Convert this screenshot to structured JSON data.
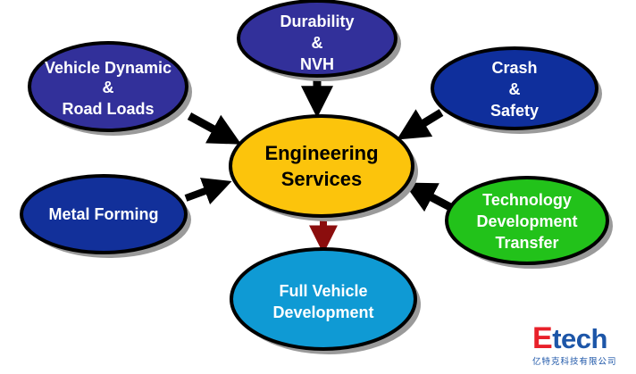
{
  "diagram": {
    "center": {
      "lines": [
        "Engineering",
        "Services"
      ],
      "fill": "#fcc40c",
      "text_color": "#000000"
    },
    "nodes": [
      {
        "id": "vehicle-dynamic",
        "lines": [
          "Vehicle Dynamic",
          "&",
          "Road Loads"
        ],
        "fill": "#32309a",
        "arrow_direction": "to-center"
      },
      {
        "id": "durability",
        "lines": [
          "Durability",
          "&",
          "NVH"
        ],
        "fill": "#32309a",
        "arrow_direction": "to-center"
      },
      {
        "id": "crash-safety",
        "lines": [
          "Crash",
          "&",
          "Safety"
        ],
        "fill": "#0f2f9c",
        "arrow_direction": "to-center"
      },
      {
        "id": "metal-forming",
        "lines": [
          "Metal Forming"
        ],
        "fill": "#12309a",
        "arrow_direction": "to-center"
      },
      {
        "id": "technology-transfer",
        "lines": [
          "Technology",
          "Development",
          "Transfer"
        ],
        "fill": "#22c21a",
        "arrow_direction": "to-center"
      },
      {
        "id": "full-vehicle",
        "lines": [
          "Full Vehicle",
          "Development"
        ],
        "fill": "#0f9ad4",
        "arrow_direction": "from-center"
      }
    ],
    "arrow_colors": {
      "inbound": "#000000",
      "outbound": "#8b0d0d"
    }
  },
  "logo": {
    "brand_first_letter": "E",
    "brand_rest": "tech",
    "subtitle": "亿特克科技有限公司",
    "colors": {
      "first_letter": "#e8202a",
      "rest": "#1d56a8"
    }
  }
}
